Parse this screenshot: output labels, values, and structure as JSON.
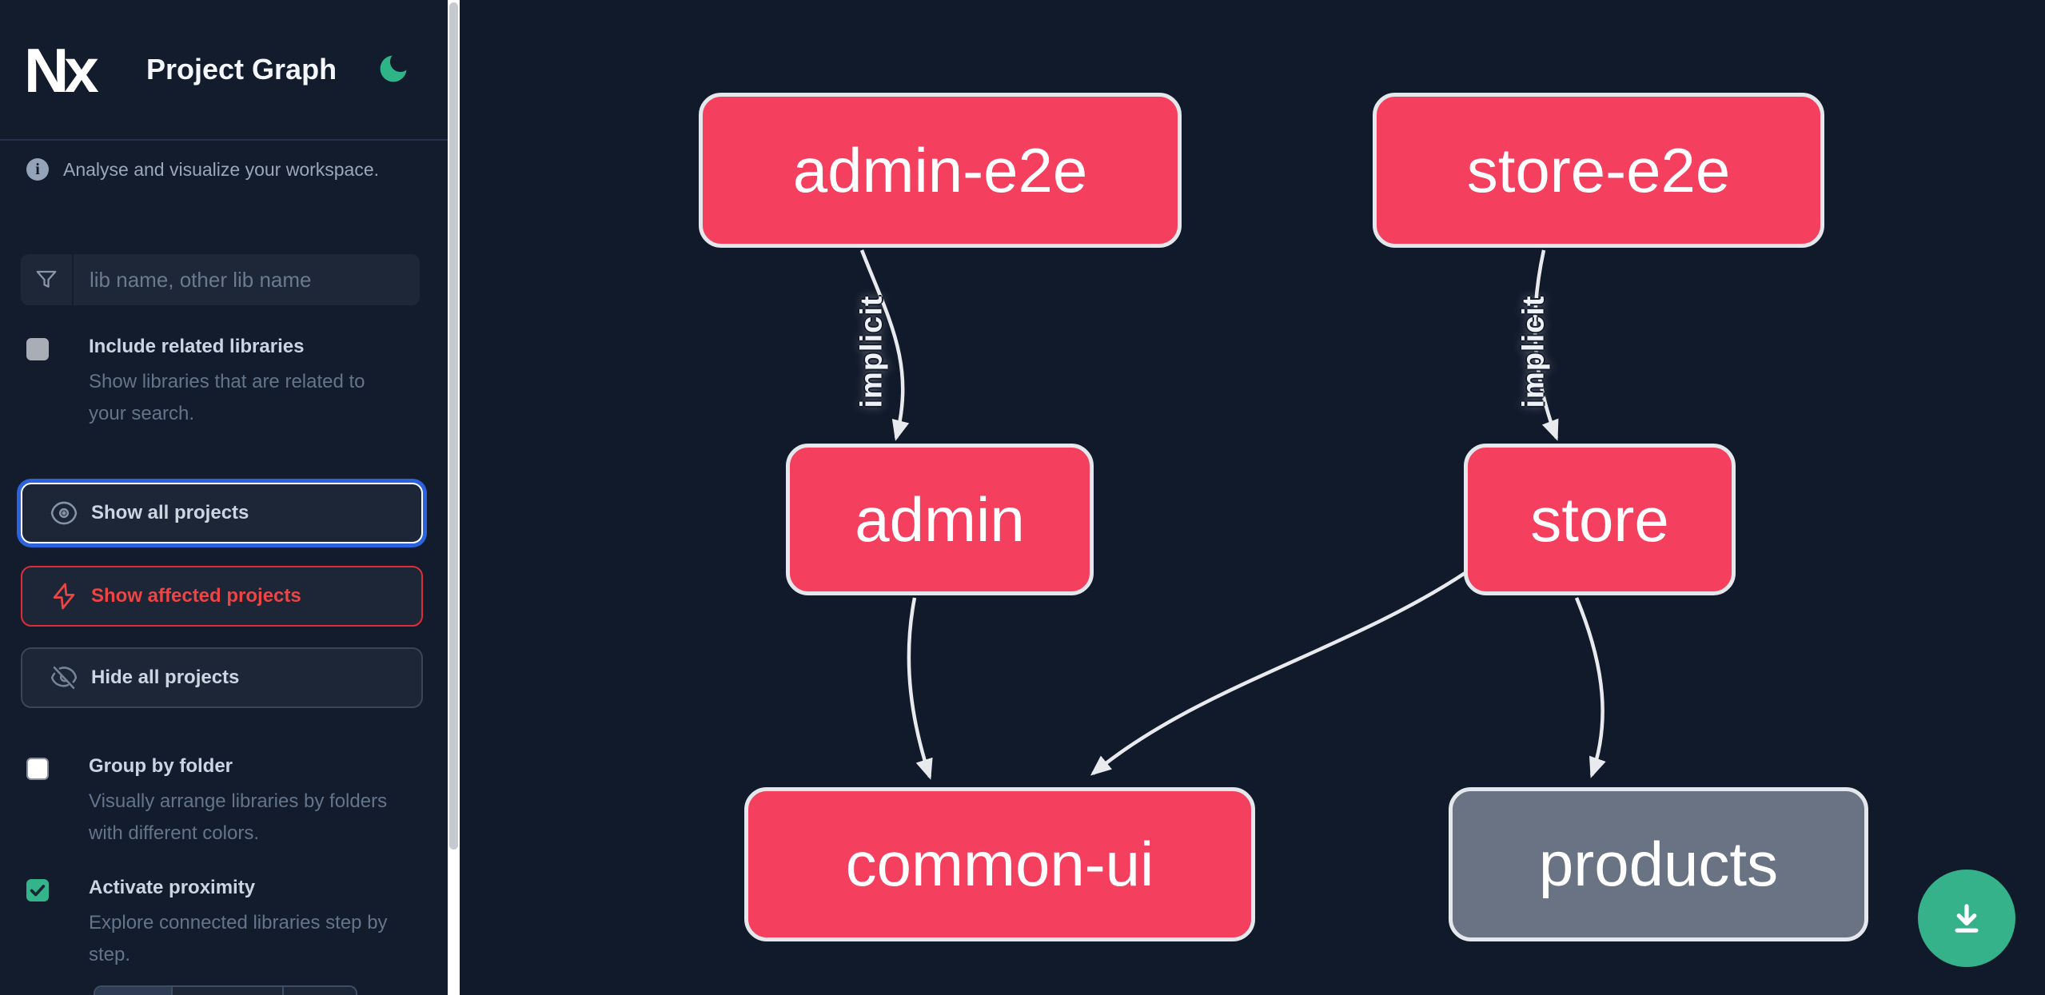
{
  "app": {
    "logo_text": "Nx",
    "title": "Project Graph",
    "theme_icon": "moon"
  },
  "sidebar": {
    "tagline": "Analyse and visualize your workspace.",
    "search": {
      "placeholder": "lib name, other lib name"
    },
    "include_related": {
      "label": "Include related libraries",
      "description": "Show libraries that are related to your search.",
      "checked": false
    },
    "actions": {
      "show_all": "Show all projects",
      "show_affected": "Show affected projects",
      "hide_all": "Hide all projects"
    },
    "group_by_folder": {
      "label": "Group by folder",
      "description": "Visually arrange libraries by folders with different colors.",
      "checked": false
    },
    "activate_proximity": {
      "label": "Activate proximity",
      "description": "Explore connected libraries step by step.",
      "checked": true
    }
  },
  "graph": {
    "implicit_label": "implicit",
    "nodes": [
      {
        "id": "admin-e2e",
        "label": "admin-e2e",
        "color": "pink"
      },
      {
        "id": "store-e2e",
        "label": "store-e2e",
        "color": "pink"
      },
      {
        "id": "admin",
        "label": "admin",
        "color": "pink"
      },
      {
        "id": "store",
        "label": "store",
        "color": "pink"
      },
      {
        "id": "common-ui",
        "label": "common-ui",
        "color": "pink"
      },
      {
        "id": "products",
        "label": "products",
        "color": "gray"
      }
    ],
    "edges": [
      {
        "from": "admin-e2e",
        "to": "admin",
        "label": "implicit"
      },
      {
        "from": "store-e2e",
        "to": "store",
        "label": "implicit"
      },
      {
        "from": "admin",
        "to": "common-ui",
        "label": ""
      },
      {
        "from": "store",
        "to": "common-ui",
        "label": ""
      },
      {
        "from": "store",
        "to": "products",
        "label": ""
      }
    ]
  },
  "colors": {
    "node_pink": "#f43f5e",
    "node_gray": "#697383",
    "accent_green": "#35b289",
    "focus_blue": "#2b62dd",
    "affected_red": "#ef4444"
  }
}
